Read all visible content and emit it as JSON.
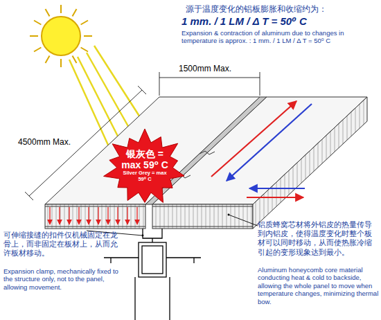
{
  "diagram": {
    "nodes": [
      {
        "text": [
          "银灰色 = max 59⁰ C",
          "Silver Grey = max 59⁰ C"
        ]
      }
    ],
    "labels": [
      "源于温度变化的铝板膨胀和收缩约为：",
      "1 mm. / 1 LM / Δ T = 50⁰ C",
      "Expansion & contraction of aluminum due to changes in temperature is approx. : 1 mm. / 1 LM / Δ T = 50⁰ C",
      "1500mm Max.",
      "4500mm Max.",
      "可伸缩接缝的扣件仅机械固定在龙骨上，而非固定在板材上，从而允许板材移动。",
      "Expansion clamp, mechanically fixed to the structure only, not to the panel, allowing movement.",
      "铝质蜂窝芯材将外铝皮的热量传导到内铝皮，使得温度变化时整个板材可以同时移动，从而使热胀冷缩引起的变形现象达到最小。",
      "Aluminum honeycomb core material conducting heat & cold to backside, allowing the whole panel to move when temperature changes, minimizing thermal bow."
    ]
  }
}
